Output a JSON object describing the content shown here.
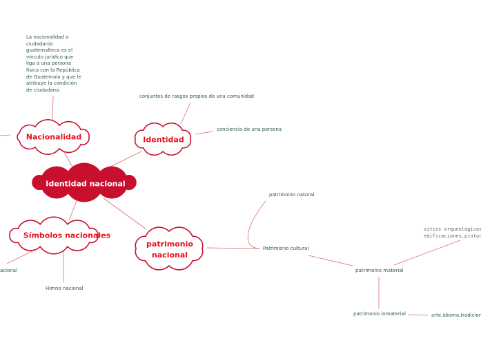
{
  "colors": {
    "accent": "#e8101e",
    "central_fill": "#c8102e",
    "line": "#d86a6a",
    "text": "#2f5553"
  },
  "nodes": {
    "central": "Identidad nacional",
    "nacionalidad": "Nacionalidad",
    "identidad": "Identidad",
    "simbolos": "Símbolos nacionales",
    "patrimonio": "patrimonio nacional"
  },
  "labels": {
    "nacionalidad_desc": "La nacionalidad o ciudadanía guatemalteca es el vínculo jurídico que liga a una persona física con la República de Guatemala y que le atribuye la condición de ciudadano.",
    "rasgos": "conjuntos de rasgos propios de una comunidad",
    "conciencia": "conciencia de una persona",
    "nacional_cut": "acional",
    "himno": "Himno nacional",
    "natural": "patrimonio natural",
    "cultural": "Patrimonio cultural",
    "material": "patrimonio material",
    "inmaterial": "patrimonio inmaterial",
    "sitios": "sitios arqueológicos,",
    "edificaciones": "edificaciones,pinturas",
    "arte": "arte,idioma,tradiciones"
  }
}
